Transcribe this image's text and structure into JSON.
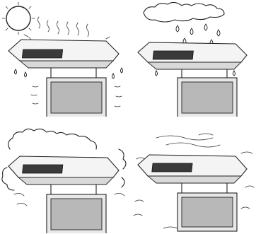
{
  "panels": [
    {
      "condition": "sun-heat"
    },
    {
      "condition": "rain"
    },
    {
      "condition": "dust"
    },
    {
      "condition": "wind"
    }
  ]
}
